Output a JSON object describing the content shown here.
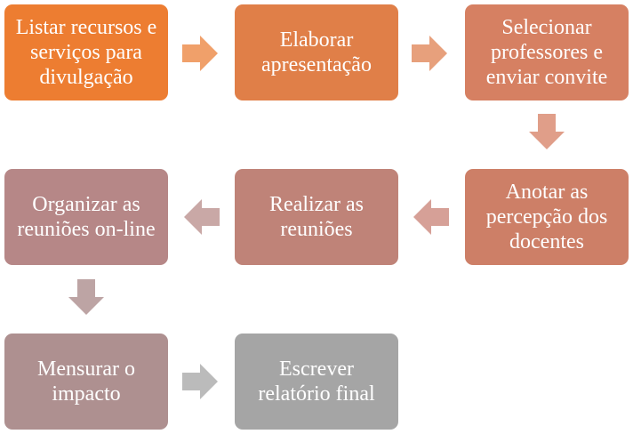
{
  "steps": [
    {
      "label": "Listar recursos e serviços para divulgação",
      "color": "#ED7D31"
    },
    {
      "label": "Elaborar apresentação",
      "color": "#E07F48"
    },
    {
      "label": "Selecionar professores e enviar convite",
      "color": "#D68062"
    },
    {
      "label": "Anotar as percepção dos docentes",
      "color": "#CD7F67"
    },
    {
      "label": "Realizar as reuniões",
      "color": "#BF8378"
    },
    {
      "label": "Organizar as reuniões on-line",
      "color": "#B68787"
    },
    {
      "label": "Mensurar o impacto",
      "color": "#AE9090"
    },
    {
      "label": "Escrever relatório final",
      "color": "#A5A5A5"
    }
  ],
  "arrows": [
    {
      "from": 1,
      "to": 2,
      "direction": "right",
      "color": "#F0A06A"
    },
    {
      "from": 2,
      "to": 3,
      "direction": "right",
      "color": "#E7A07C"
    },
    {
      "from": 3,
      "to": 4,
      "direction": "down",
      "color": "#E09E89"
    },
    {
      "from": 4,
      "to": 5,
      "direction": "left",
      "color": "#D6A097"
    },
    {
      "from": 5,
      "to": 6,
      "direction": "left",
      "color": "#C9A8A6"
    },
    {
      "from": 6,
      "to": 7,
      "direction": "down",
      "color": "#BDA4A4"
    },
    {
      "from": 7,
      "to": 8,
      "direction": "right",
      "color": "#BBBBBB"
    }
  ]
}
